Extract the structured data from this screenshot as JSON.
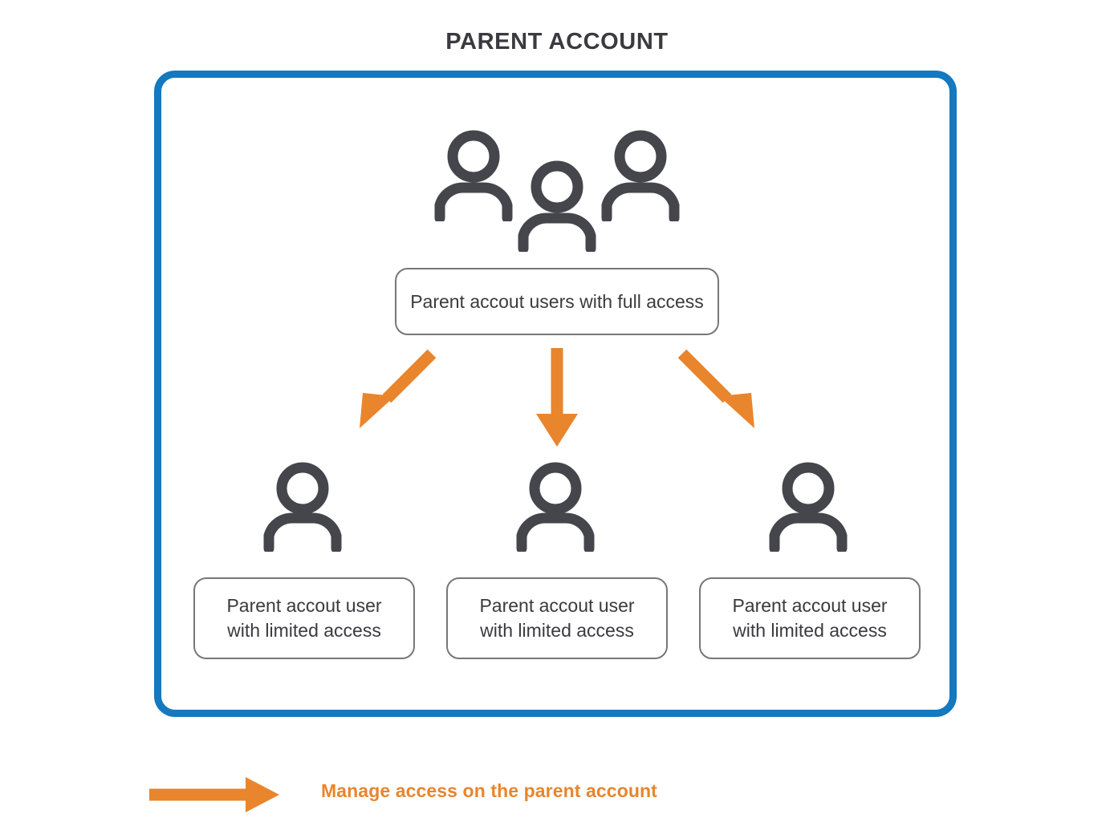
{
  "diagram": {
    "title": "PARENT ACCOUNT",
    "colors": {
      "frame_blue": "#1479be",
      "arrow_orange": "#e8852d",
      "icon_gray": "#45454c",
      "box_border_gray": "#76767c",
      "text_dark": "#3a3a3f"
    },
    "top_node": {
      "icon": "three-people-icon",
      "label": "Parent accout users with full access"
    },
    "child_nodes": [
      {
        "icon": "person-icon",
        "label_line1": "Parent accout user",
        "label_line2": "with limited access"
      },
      {
        "icon": "person-icon",
        "label_line1": "Parent accout user",
        "label_line2": "with limited access"
      },
      {
        "icon": "person-icon",
        "label_line1": "Parent accout user",
        "label_line2": "with limited access"
      }
    ],
    "connectors": [
      {
        "name": "arrow-down-left",
        "direction": "down-left"
      },
      {
        "name": "arrow-down",
        "direction": "down"
      },
      {
        "name": "arrow-down-right",
        "direction": "down-right"
      }
    ],
    "legend": {
      "icon": "arrow-right-icon",
      "text": "Manage access on the parent account"
    }
  }
}
